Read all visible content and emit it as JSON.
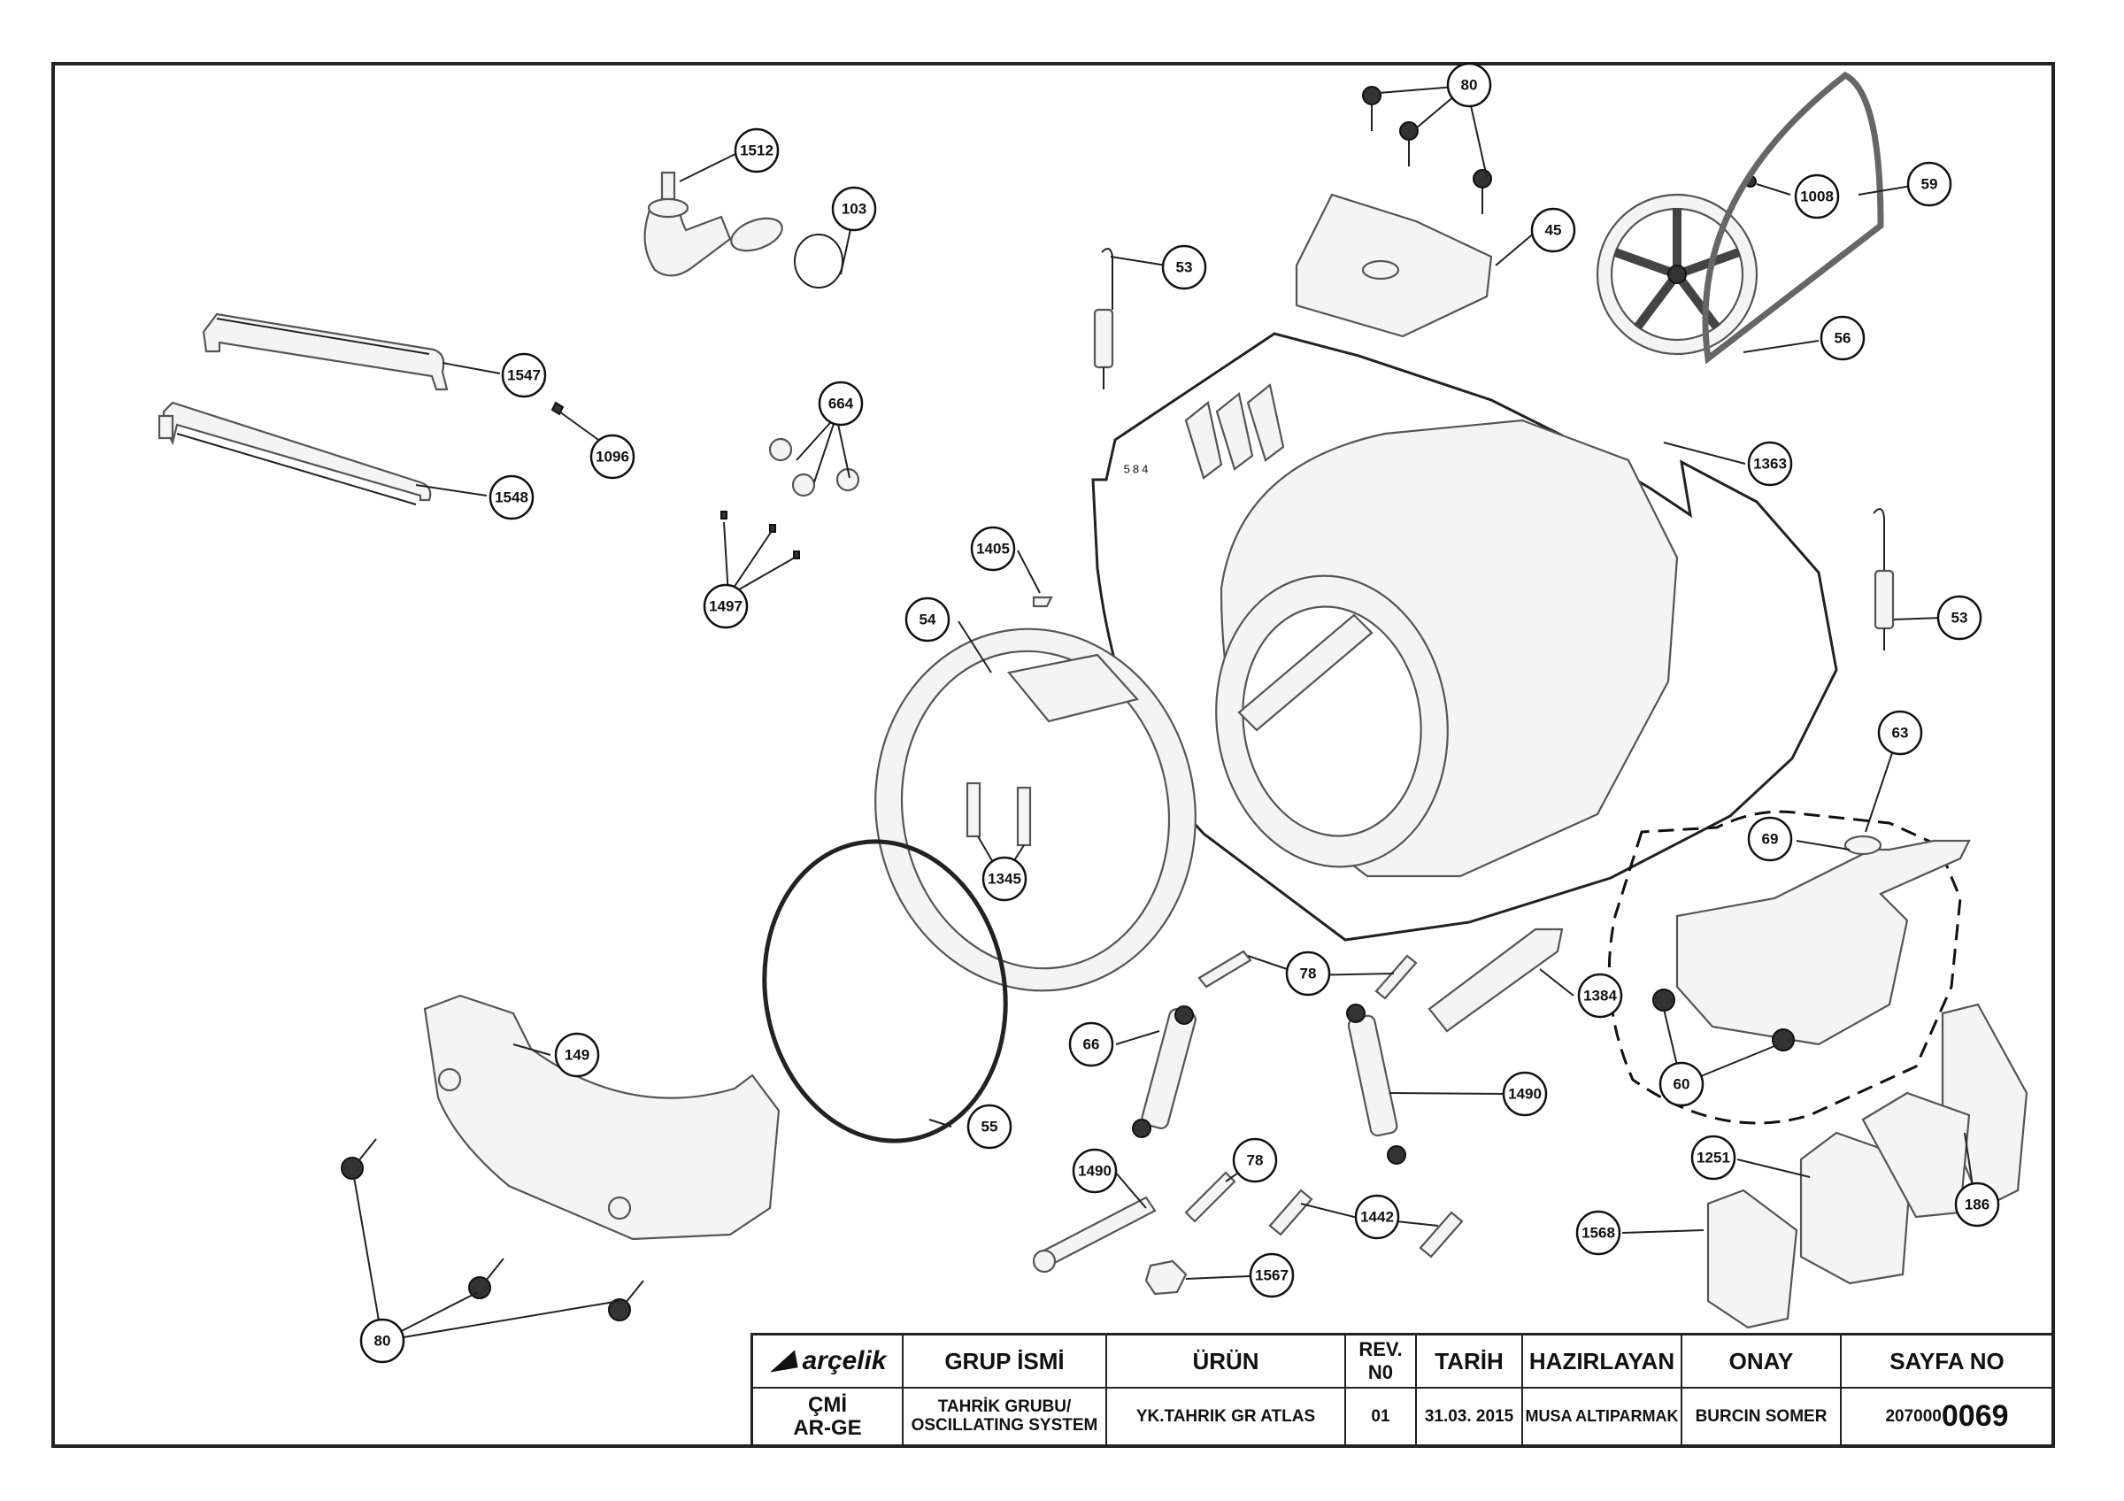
{
  "title_block": {
    "brand": "arçelik",
    "dept": "ÇMİ\nAR-GE",
    "headers": {
      "group": "GRUP İSMİ",
      "product": "ÜRÜN",
      "rev": "REV.\nN0",
      "date": "TARİH",
      "prepared": "HAZIRLAYAN",
      "approved": "ONAY",
      "page": "SAYFA NO"
    },
    "values": {
      "group": "TAHRİK GRUBU/\nOSCILLATING SYSTEM",
      "product": "YK.TAHRIK GR ATLAS",
      "rev": "01",
      "date": "31.03. 2015",
      "prepared": "MUSA ALTIPARMAK",
      "approved": "BURCIN SOMER",
      "page_prefix": "207000",
      "page_suffix": "0069"
    }
  },
  "callouts": [
    {
      "id": "c1512",
      "label": "1512"
    },
    {
      "id": "c103",
      "label": "103"
    },
    {
      "id": "c1547",
      "label": "1547"
    },
    {
      "id": "c1096",
      "label": "1096"
    },
    {
      "id": "c1548",
      "label": "1548"
    },
    {
      "id": "c664",
      "label": "664"
    },
    {
      "id": "c1497",
      "label": "1497"
    },
    {
      "id": "c53a",
      "label": "53"
    },
    {
      "id": "c80a",
      "label": "80"
    },
    {
      "id": "c45",
      "label": "45"
    },
    {
      "id": "c1008",
      "label": "1008"
    },
    {
      "id": "c59",
      "label": "59"
    },
    {
      "id": "c56",
      "label": "56"
    },
    {
      "id": "c1363",
      "label": "1363"
    },
    {
      "id": "c584",
      "label": "584"
    },
    {
      "id": "c53b",
      "label": "53"
    },
    {
      "id": "c1405",
      "label": "1405"
    },
    {
      "id": "c54",
      "label": "54"
    },
    {
      "id": "c1345",
      "label": "1345"
    },
    {
      "id": "c63",
      "label": "63"
    },
    {
      "id": "c69",
      "label": "69"
    },
    {
      "id": "c78a",
      "label": "78"
    },
    {
      "id": "c1384",
      "label": "1384"
    },
    {
      "id": "c66",
      "label": "66"
    },
    {
      "id": "c1490a",
      "label": "1490"
    },
    {
      "id": "c149",
      "label": "149"
    },
    {
      "id": "c55",
      "label": "55"
    },
    {
      "id": "c60",
      "label": "60"
    },
    {
      "id": "c186",
      "label": "186"
    },
    {
      "id": "c1251",
      "label": "1251"
    },
    {
      "id": "c1490b",
      "label": "1490"
    },
    {
      "id": "c78b",
      "label": "78"
    },
    {
      "id": "c1442",
      "label": "1442"
    },
    {
      "id": "c1568",
      "label": "1568"
    },
    {
      "id": "c1567",
      "label": "1567"
    },
    {
      "id": "c80b",
      "label": "80"
    }
  ]
}
